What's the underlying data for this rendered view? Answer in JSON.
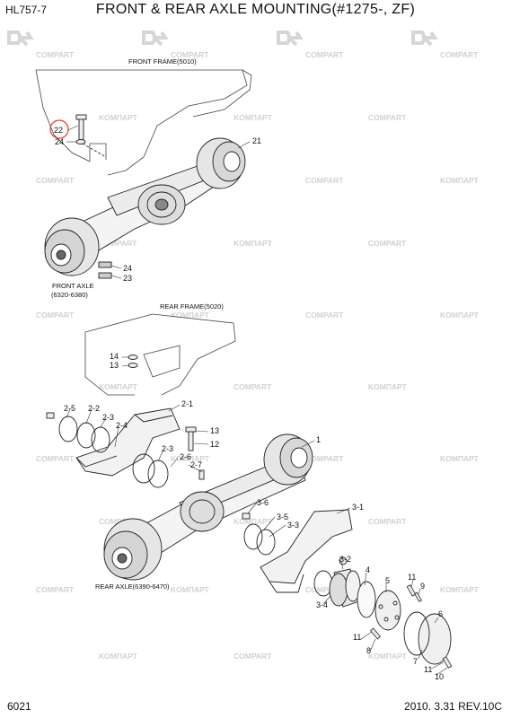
{
  "header": {
    "model": "HL757-7",
    "title": "FRONT & REAR AXLE MOUNTING(#1275-, ZF)"
  },
  "footer": {
    "page": "6021",
    "revision": "2010. 3.31  REV.10C"
  },
  "captions": {
    "front_frame": "FRONT FRAME(5010)",
    "rear_frame": "REAR FRAME(5020)",
    "front_axle": "FRONT AXLE",
    "front_axle_range": "(6320-6380)",
    "rear_axle": "REAR AXLE(6390-6470)"
  },
  "watermark": {
    "primary": "COMPART",
    "secondary": "KOMПАРТ"
  },
  "callouts": {
    "c22": "22",
    "c24a": "24",
    "c21": "21",
    "c24b": "24",
    "c23": "23",
    "c14": "14",
    "c13a": "13",
    "c2_1": "2-1",
    "c2_5": "2-5",
    "c2_2": "2-2",
    "c2_3a": "2-3",
    "c2_4": "2-4",
    "c13b": "13",
    "c12": "12",
    "c2_3b": "2-3",
    "c2_6": "2-6",
    "c2_7": "2-7",
    "c1": "1",
    "c3_6": "3-6",
    "c3_5": "3-5",
    "c3_3": "3-3",
    "c3_1": "3-1",
    "c3_2": "3-2",
    "c4": "4",
    "c5": "5",
    "c3_4": "3-4",
    "c11a": "11",
    "c9": "9",
    "c11b": "11",
    "c8": "8",
    "c6": "6",
    "c7": "7",
    "c11c": "11",
    "c10": "10"
  }
}
